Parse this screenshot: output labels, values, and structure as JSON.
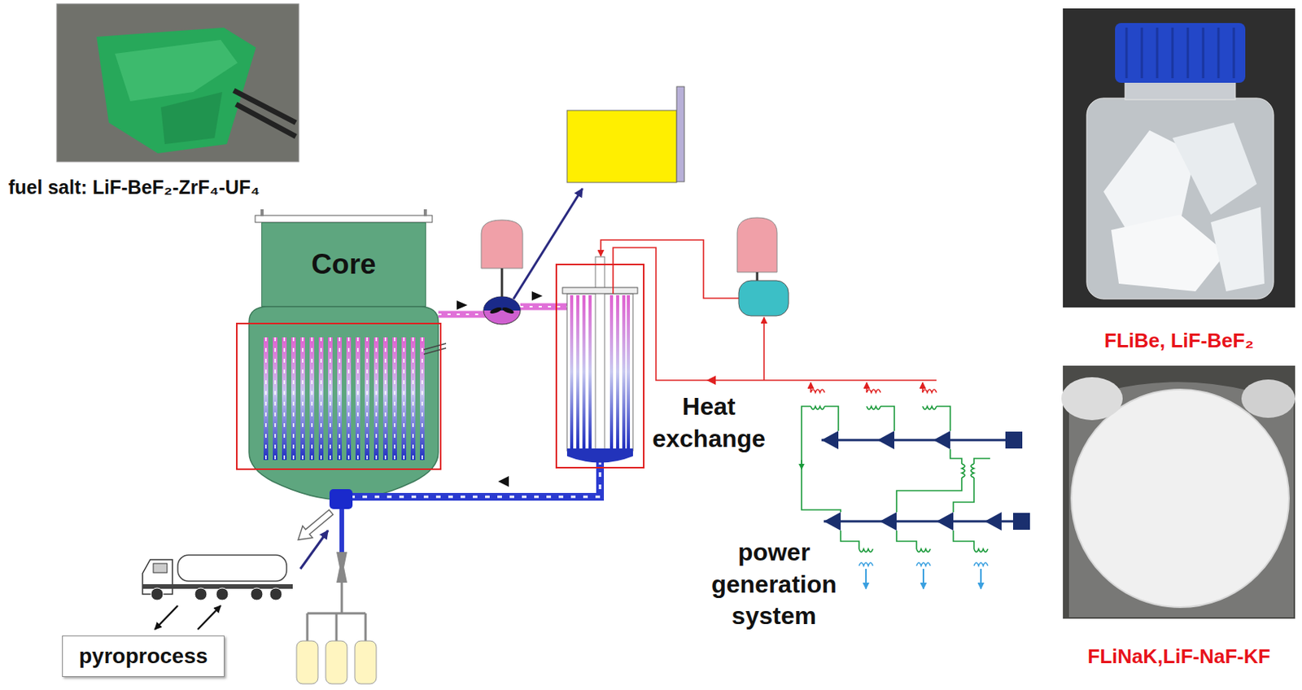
{
  "diagram": {
    "nodes": [
      {
        "text": [
          "fuel salt: LiF-BeF₂-ZrF₄-UF₄"
        ]
      },
      {
        "text": [
          "Core"
        ]
      },
      {
        "text": [
          "pyroprocess"
        ]
      },
      {
        "text": [
          "FLiBe, LiF-BeF₂"
        ]
      },
      {
        "text": [
          "FLiNaK,LiF-NaF-KF"
        ]
      }
    ],
    "labels": [
      "Heat exchange",
      "power generation system"
    ]
  }
}
